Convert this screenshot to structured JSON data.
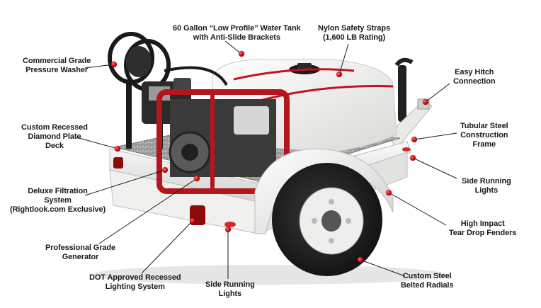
{
  "callouts": [
    {
      "id": "tank",
      "lines": [
        "60 Gallon “Low Profile” Water Tank",
        "with Anti-Slide Brackets"
      ]
    },
    {
      "id": "straps",
      "lines": [
        "Nylon Safety Straps",
        "(1,600 LB Rating)"
      ]
    },
    {
      "id": "pressure_washer",
      "lines": [
        "Commercial Grade",
        "Pressure Washer"
      ]
    },
    {
      "id": "hitch",
      "lines": [
        "Easy Hitch",
        "Connection"
      ]
    },
    {
      "id": "deck",
      "lines": [
        "Custom Recessed",
        "Diamond Plate",
        "Deck"
      ]
    },
    {
      "id": "frame",
      "lines": [
        "Tubular Steel",
        "Construction",
        "Frame"
      ]
    },
    {
      "id": "side_lights_right",
      "lines": [
        "Side Running",
        "Lights"
      ]
    },
    {
      "id": "filtration",
      "lines": [
        "Deluxe Filtration",
        "System",
        "(Rightlook.com Exclusive)"
      ]
    },
    {
      "id": "fenders",
      "lines": [
        "High Impact",
        "Tear Drop Fenders"
      ]
    },
    {
      "id": "generator",
      "lines": [
        "Professional Grade",
        "Generator"
      ]
    },
    {
      "id": "dot_lighting",
      "lines": [
        "DOT Approved Recessed",
        "Lighting System"
      ]
    },
    {
      "id": "side_lights_bottom",
      "lines": [
        "Side Running",
        "Lights"
      ]
    },
    {
      "id": "radials",
      "lines": [
        "Custom Steel",
        "Belted Radials"
      ]
    }
  ],
  "colors": {
    "accent": "#c40000",
    "frame_red": "#b3161c",
    "tank": "#f4f4f2",
    "text": "#1a1a1a"
  }
}
